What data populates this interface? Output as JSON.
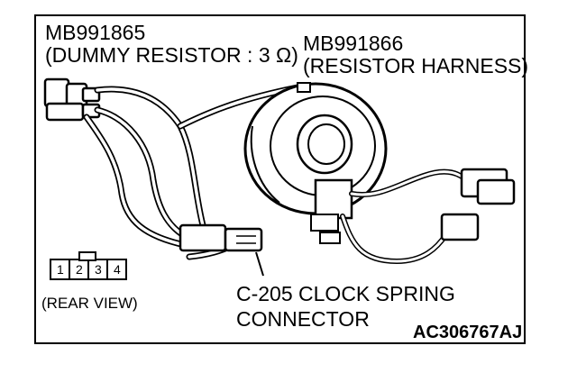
{
  "resistor": {
    "part_no": "MB991865",
    "description": "(DUMMY RESISTOR : 3 Ω)"
  },
  "harness": {
    "part_no": "MB991866",
    "description": "(RESISTOR HARNESS)"
  },
  "connector": {
    "pins": [
      "1",
      "2",
      "3",
      "4"
    ],
    "view_label": "(REAR VIEW)"
  },
  "clock_spring": {
    "line1": "C-205 CLOCK SPRING",
    "line2": "CONNECTOR"
  },
  "figure_code": "AC306767AJ"
}
